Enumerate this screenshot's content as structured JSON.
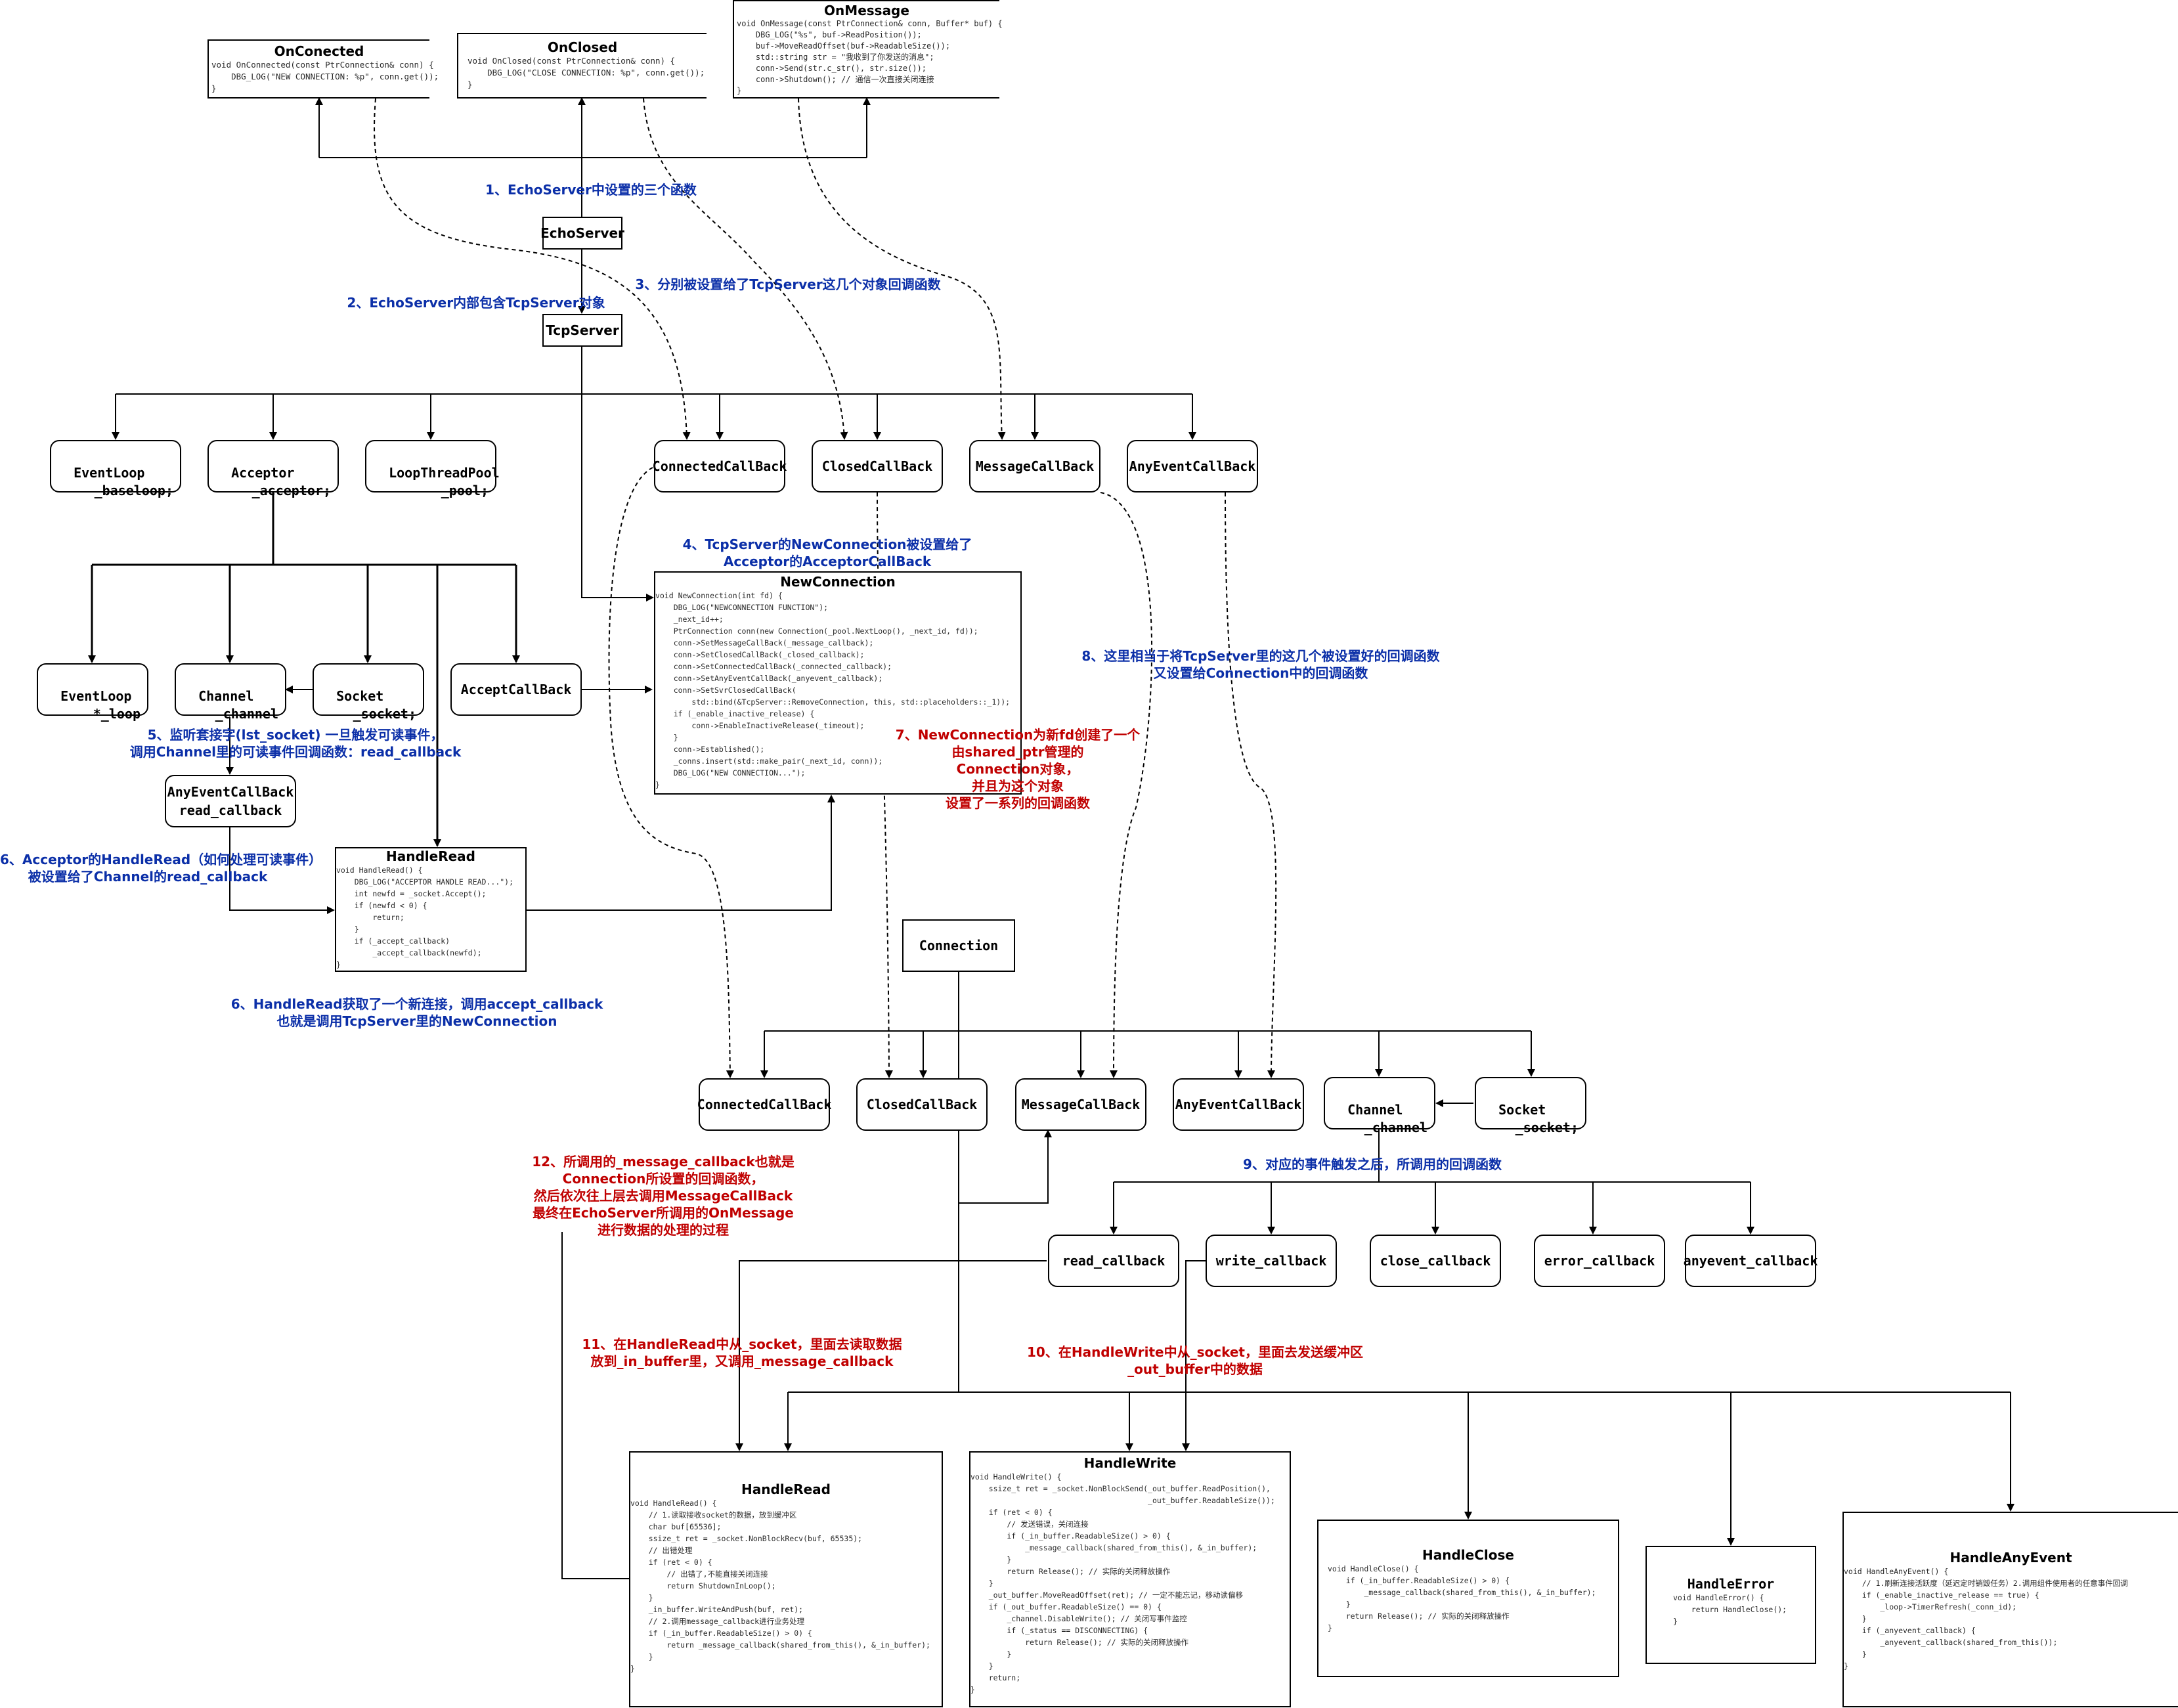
{
  "colors": {
    "annotation_blue": "#0b2fa8",
    "annotation_red": "#c00000",
    "line": "#000000"
  },
  "top": {
    "onconnected": {
      "title": "OnConected",
      "code": "void OnConnected(const PtrConnection& conn) {\n    DBG_LOG(\"NEW CONNECTION: %p\", conn.get());\n}"
    },
    "onclosed": {
      "title": "OnClosed",
      "code": "void OnClosed(const PtrConnection& conn) {\n    DBG_LOG(\"CLOSE CONNECTION: %p\", conn.get());\n}"
    },
    "onmessage": {
      "title": "OnMessage",
      "code": "void OnMessage(const PtrConnection& conn, Buffer* buf) {\n    DBG_LOG(\"%s\", buf->ReadPosition());\n    buf->MoveReadOffset(buf->ReadableSize());\n    std::string str = \"我收到了你发送的消息\";\n    conn->Send(str.c_str(), str.size());\n    conn->Shutdown(); // 通信一次直接关闭连接\n}"
    }
  },
  "core": {
    "echoserver": "EchoServer",
    "tcpserver": "TcpServer"
  },
  "tcp_members": {
    "eventloop": {
      "type": "EventLoop",
      "name": "_baseloop;"
    },
    "acceptor": {
      "type": "Acceptor",
      "name": "_acceptor;"
    },
    "pool": {
      "type": "LoopThreadPool",
      "name": "_pool;"
    },
    "connected": "ConnectedCallBack",
    "closed": "ClosedCallBack",
    "message": "MessageCallBack",
    "anyevent": "AnyEventCallBack"
  },
  "acceptor_members": {
    "eventloop": {
      "type": "EventLoop",
      "name": "*_loop"
    },
    "channel": {
      "type": "Channel",
      "name": "_channel"
    },
    "socket": {
      "type": "Socket",
      "name": "_socket;"
    },
    "acceptcb": "AcceptCallBack",
    "anyevent_read": {
      "l1": "AnyEventCallBack",
      "l2": "read_callback"
    }
  },
  "newconnection": {
    "title": "NewConnection",
    "code": "void NewConnection(int fd) {\n    DBG_LOG(\"NEWCONNECTION FUNCTION\");\n    _next_id++;\n    PtrConnection conn(new Connection(_pool.NextLoop(), _next_id, fd));\n    conn->SetMessageCallBack(_message_callback);\n    conn->SetClosedCallBack(_closed_callback);\n    conn->SetConnectedCallBack(_connected_callback);\n    conn->SetAnyEventCallBack(_anyevent_callback);\n    conn->SetSvrClosedCallBack(\n        std::bind(&TcpServer::RemoveConnection, this, std::placeholders::_1));\n    if (_enable_inactive_release) {\n        conn->EnableInactiveRelease(_timeout);\n    }\n    conn->Established();\n    _conns.insert(std::make_pair(_next_id, conn));\n    DBG_LOG(\"NEW CONNECTION...\");\n}"
  },
  "handleread_acceptor": {
    "title": "HandleRead",
    "code": "void HandleRead() {\n    DBG_LOG(\"ACCEPTOR HANDLE READ...\");\n    int newfd = _socket.Accept();\n    if (newfd < 0) {\n        return;\n    }\n    if (_accept_callback)\n        _accept_callback(newfd);\n}"
  },
  "connection": {
    "title": "Connection",
    "connected": "ConnectedCallBack",
    "closed": "ClosedCallBack",
    "message": "MessageCallBack",
    "anyevent": "AnyEventCallBack",
    "channel": {
      "type": "Channel",
      "name": "_channel"
    },
    "socket": {
      "type": "Socket",
      "name": "_socket;"
    }
  },
  "channel_callbacks": {
    "read": "read_callback",
    "write": "write_callback",
    "close": "close_callback",
    "error": "error_callback",
    "anyevent": "anyevent_callback"
  },
  "handlers": {
    "read": {
      "title": "HandleRead",
      "code": "void HandleRead() {\n    // 1.读取接收socket的数据，放到缓冲区\n    char buf[65536];\n    ssize_t ret = _socket.NonBlockRecv(buf, 65535);\n    // 出错处理\n    if (ret < 0) {\n        // 出错了,不能直接关闭连接\n        return ShutdownInLoop();\n    }\n    _in_buffer.WriteAndPush(buf, ret);\n    // 2.调用message_callback进行业务处理\n    if (_in_buffer.ReadableSize() > 0) {\n        return _message_callback(shared_from_this(), &_in_buffer);\n    }\n}"
    },
    "write": {
      "title": "HandleWrite",
      "code": "void HandleWrite() {\n    ssize_t ret = _socket.NonBlockSend(_out_buffer.ReadPosition(),\n                                       _out_buffer.ReadableSize());\n    if (ret < 0) {\n        // 发送错误，关闭连接\n        if (_in_buffer.ReadableSize() > 0) {\n            _message_callback(shared_from_this(), &_in_buffer);\n        }\n        return Release(); // 实际的关闭释放操作\n    }\n    _out_buffer.MoveReadOffset(ret); // 一定不能忘记，移动读偏移\n    if (_out_buffer.ReadableSize() == 0) {\n        _channel.DisableWrite(); // 关闭写事件监控\n        if (_status == DISCONNECTING) {\n            return Release(); // 实际的关闭释放操作\n        }\n    }\n    return;\n}"
    },
    "close": {
      "title": "HandleClose",
      "code": "void HandleClose() {\n    if (_in_buffer.ReadableSize() > 0) {\n        _message_callback(shared_from_this(), &_in_buffer);\n    }\n    return Release(); // 实际的关闭释放操作\n}"
    },
    "error": {
      "title": "HandleError",
      "code": "void HandleError() {\n    return HandleClose();\n}"
    },
    "anyevent": {
      "title": "HandleAnyEvent",
      "code": "void HandleAnyEvent() {\n    // 1.刷新连接活跃度（延迟定时销毁任务）2.调用组件使用者的任意事件回调\n    if (_enable_inactive_release == true) {\n        _loop->TimerRefresh(_conn_id);\n    }\n    if (_anyevent_callback) {\n        _anyevent_callback(shared_from_this());\n    }\n}"
    }
  },
  "annotations": {
    "a1": "1、EchoServer中设置的三个函数",
    "a2": "2、EchoServer内部包含TcpServer对象",
    "a3": "3、分别被设置给了TcpServer这几个对象回调函数",
    "a4": "4、TcpServer的NewConnection被设置给了\nAcceptor的AcceptorCallBack",
    "a5": "5、监听套接字(lst_socket) 一旦触发可读事件，\n调用Channel里的可读事件回调函数：read_callback",
    "a6a": "6、Acceptor的HandleRead（如何处理可读事件）\n被设置给了Channel的read_callback",
    "a6b": "6、HandleRead获取了一个新连接，调用accept_callback\n也就是调用TcpServer里的NewConnection",
    "a7": "7、NewConnection为新fd创建了一个\n由shared_ptr管理的\nConnection对象，\n并且为这个对象\n设置了一系列的回调函数",
    "a8": "8、这里相当于将TcpServer里的这几个被设置好的回调函数\n又设置给Connection中的回调函数",
    "a9": "9、对应的事件触发之后，所调用的回调函数",
    "a10": "10、在HandleWrite中从_socket，里面去发送缓冲区\n_out_buffer中的数据",
    "a11": "11、在HandleRead中从_socket，里面去读取数据\n放到_in_buffer里，又调用_message_callback",
    "a12": "12、所调用的_message_callback也就是\nConnection所设置的回调函数，\n然后依次往上层去调用MessageCallBack\n最终在EchoServer所调用的OnMessage\n进行数据的处理的过程"
  }
}
